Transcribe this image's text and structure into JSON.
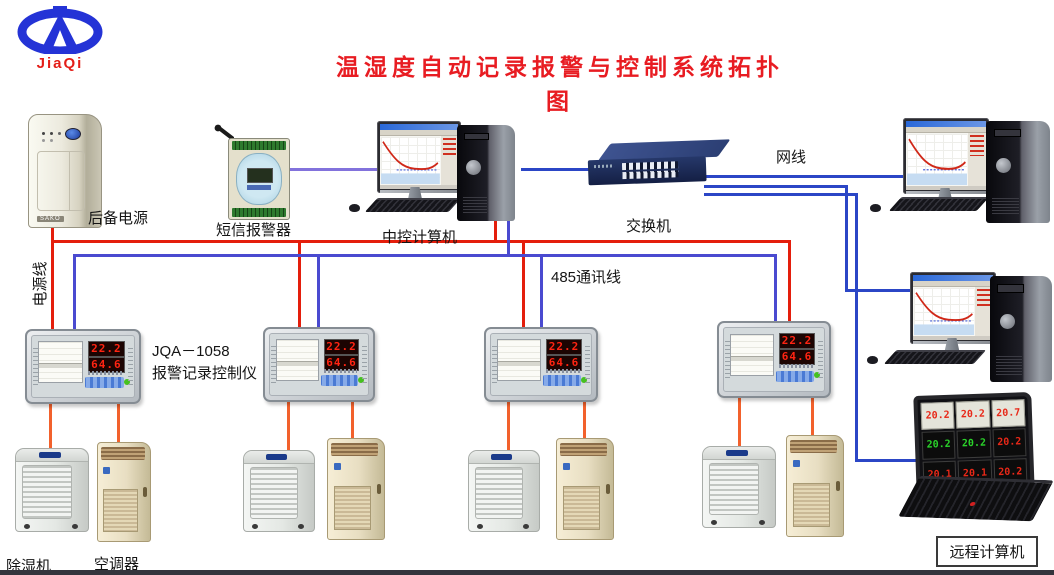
{
  "title": "温湿度自动记录报警与控制系统拓扑图",
  "logo": {
    "brand": "JiaQi"
  },
  "devices": {
    "ups": {
      "label": "后备电源",
      "brand": "SAKO"
    },
    "sms_alarm": {
      "label": "短信报警器"
    },
    "central_computer": {
      "label": "中控计算机"
    },
    "switch": {
      "label": "交换机"
    },
    "recorder": {
      "model": "JQA－1058",
      "name": "报警记录控制仪",
      "temperature": "22.2",
      "humidity": "64.6"
    },
    "dehumidifier": {
      "label": "除湿机"
    },
    "air_conditioner": {
      "label": "空调器"
    },
    "remote_computer": {
      "label": "远程计算机"
    }
  },
  "lines": {
    "net_cable": "网线",
    "power_line": "电源线",
    "comm_line": "485通讯线"
  },
  "laptop_readings": [
    "20.2",
    "20.2",
    "20.7",
    "20.2",
    "20.2",
    "20.2",
    "20.1",
    "20.1",
    "20.2"
  ],
  "colors": {
    "title": "#e81c22",
    "power_line": "#e41e0c",
    "comm_line": "#4a4ad0",
    "net_line": "#2b46c6",
    "control_line": "#f2612c",
    "sms_line": "#8272dc",
    "logo_blue": "#2433d6",
    "logo_red": "#e41e18"
  }
}
